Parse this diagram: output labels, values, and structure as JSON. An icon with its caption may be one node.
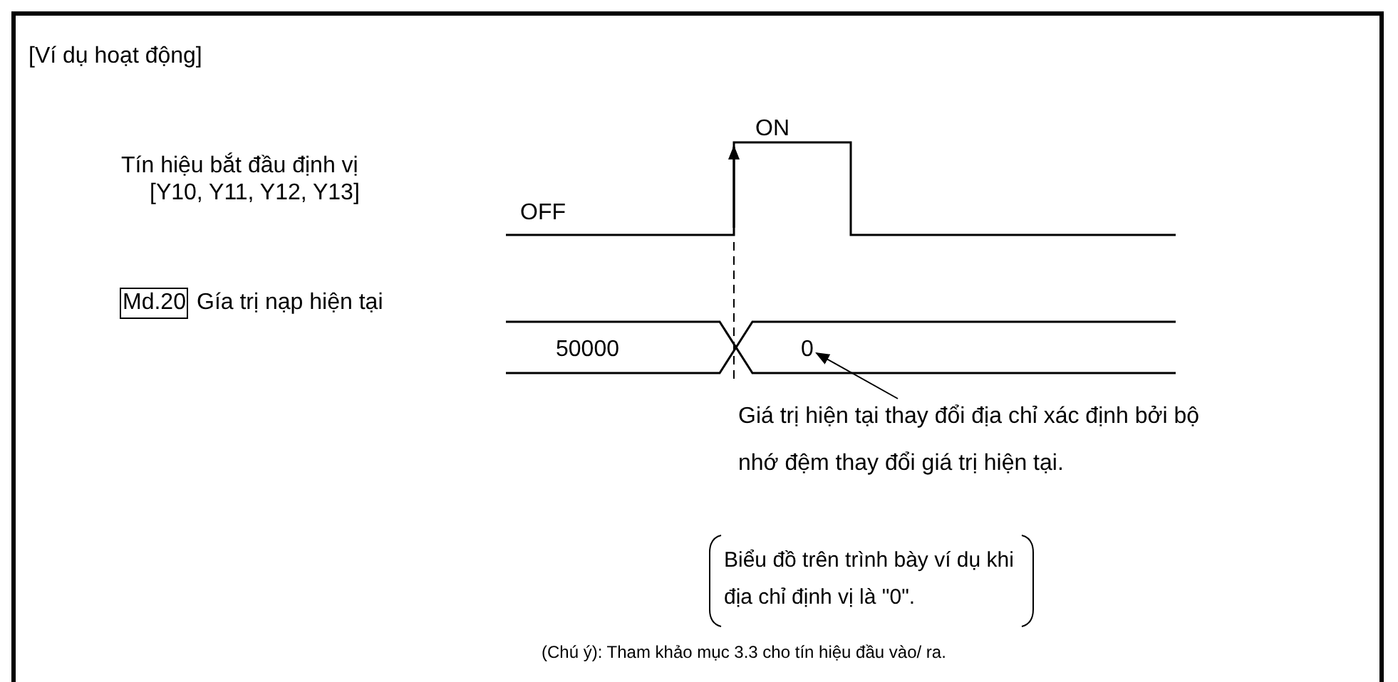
{
  "diagram": {
    "title": "[Ví dụ hoạt động]",
    "nodes": [
      {
        "text": [
          "Giá trị hiện tại thay đổi địa chỉ xác định bởi bộ nhớ đệm thay đổi giá trị hiện tại."
        ]
      },
      {
        "text": [
          "Md.20"
        ]
      },
      {
        "text": [
          "0"
        ]
      }
    ],
    "edges": [
      {
        "from": 0,
        "to": 2,
        "arrow": "to"
      }
    ],
    "labels": [
      "Tín hiệu bắt đầu định vị",
      "[Y10, Y11, Y12, Y13]",
      "ON",
      "OFF",
      "Gía trị nạp hiện tại",
      "50000",
      "Biểu đồ trên trình bày ví dụ  khi địa chỉ định vị là \"0\".",
      "(Chú ý): Tham khảo mục 3.3 cho tín hiệu đầu vào/ ra."
    ]
  }
}
